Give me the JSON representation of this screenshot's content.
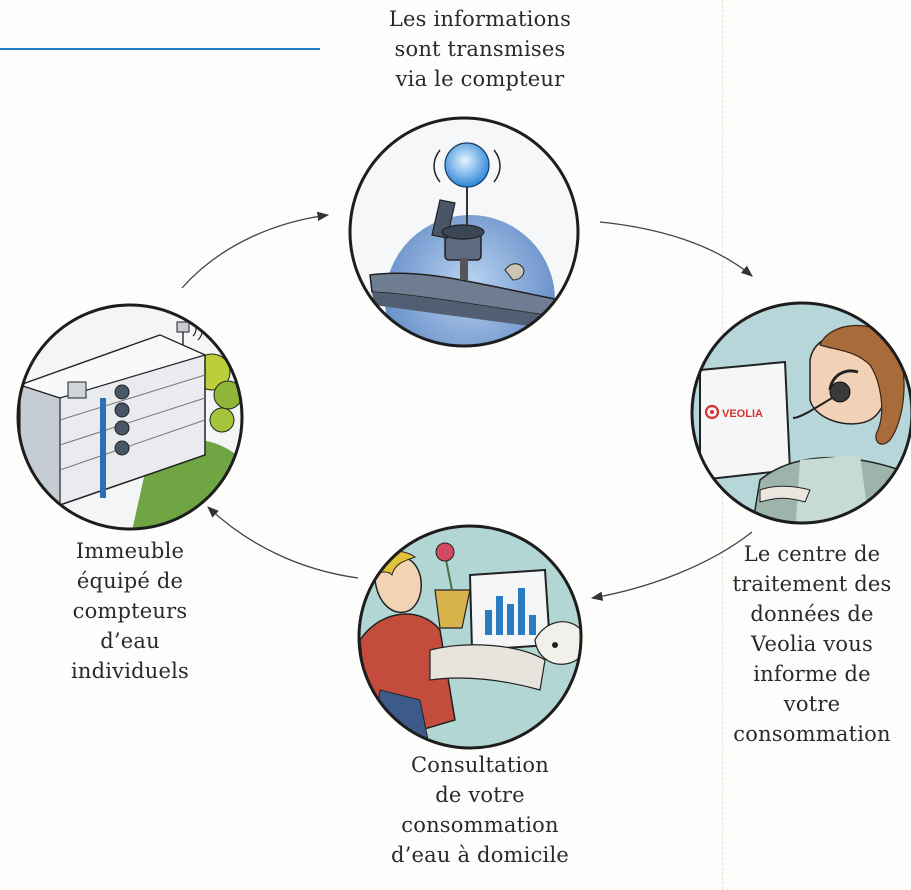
{
  "cycle": {
    "step_meter": {
      "label": "Les informations\nsont transmises\nvia le compteur"
    },
    "step_data_center": {
      "label": "Le centre de\ntraitement des\ndonnées de\nVeolia vous\ninforme de\nvotre\nconsommation"
    },
    "step_home": {
      "label": "Consultation\nde votre\nconsommation\nd’eau à domicile"
    },
    "step_building": {
      "label": "Immeuble\néquipé de\ncompteurs\nd’eau\nindividuels"
    }
  },
  "logo": {
    "text": "VEOLIA"
  },
  "colors": {
    "accent_rule": "#1f7fc4",
    "circle_border": "#1d1d1d",
    "veolia_red": "#d8312d",
    "sky_blue": "#6f9fd6"
  },
  "icons": [
    "meter-radio-icon",
    "operator-headset-icon",
    "computer-chart-icon",
    "apartment-building-icon",
    "cycle-arrow-icon"
  ]
}
